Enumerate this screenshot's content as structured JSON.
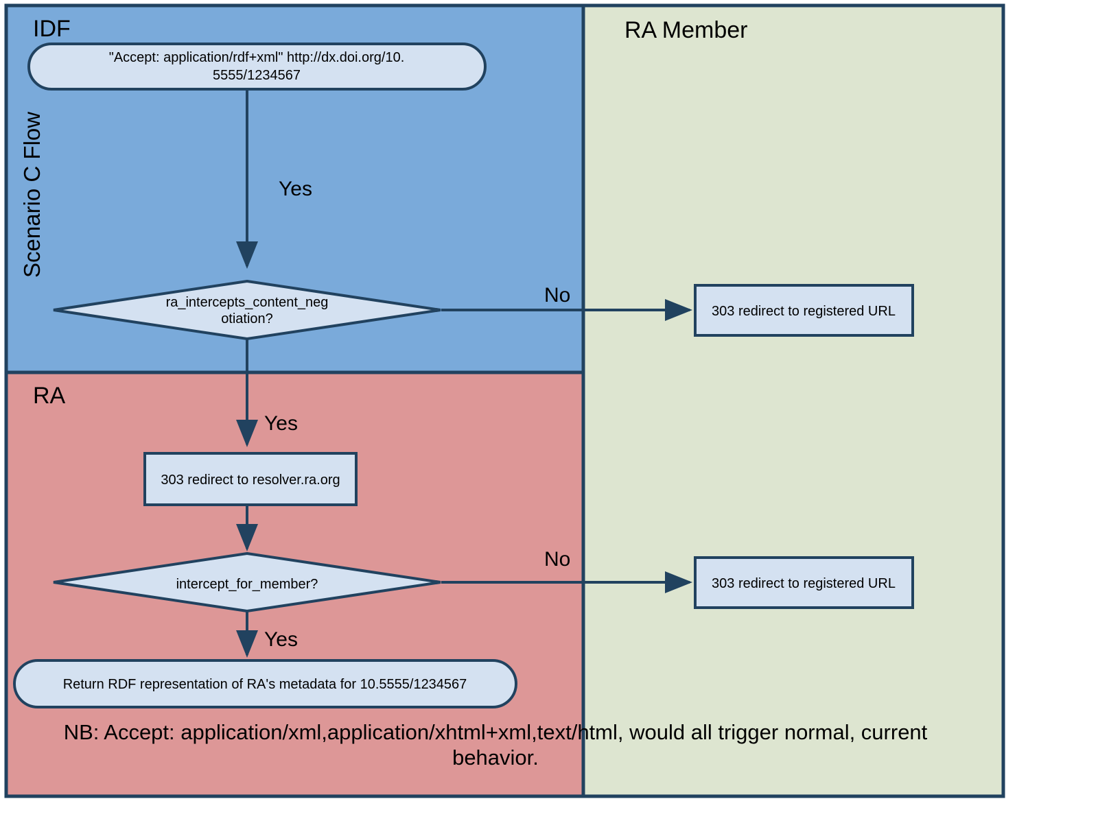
{
  "diagram": {
    "type": "flowchart-swimlane",
    "title_vertical": "Scenario C Flow",
    "lanes": [
      {
        "id": "idf",
        "label": "IDF",
        "color": "#7aaada"
      },
      {
        "id": "ra",
        "label": "RA",
        "color": "#dd9797"
      },
      {
        "id": "ra_member",
        "label": "RA Member",
        "color": "#dde5d0"
      }
    ],
    "nodes": {
      "start_request": {
        "shape": "stadium",
        "lane": "idf",
        "line1": "\"Accept: application/rdf+xml\" http://dx.doi.org/10.",
        "line2": "5555/1234567"
      },
      "decision_content_negotiation": {
        "shape": "diamond",
        "lane": "idf",
        "line1": "ra_intercepts_content_neg",
        "line2": "otiation?"
      },
      "redirect_registered_url_top": {
        "shape": "rect",
        "lane": "ra_member",
        "label": "303 redirect to registered URL"
      },
      "redirect_resolver": {
        "shape": "rect",
        "lane": "ra",
        "label": "303 redirect to resolver.ra.org"
      },
      "decision_intercept_member": {
        "shape": "diamond",
        "lane": "ra",
        "label": "intercept_for_member?"
      },
      "redirect_registered_url_bottom": {
        "shape": "rect",
        "lane": "ra_member",
        "label": "303 redirect to registered URL"
      },
      "return_rdf": {
        "shape": "stadium",
        "lane": "ra",
        "label": "Return RDF representation of RA's metadata for 10.5555/1234567"
      }
    },
    "edge_labels": {
      "start_to_decision": "Yes",
      "decision_to_registered_top": "No",
      "decision_to_resolver": "Yes",
      "resolver_to_intercept": "",
      "intercept_to_registered_bottom": "No",
      "intercept_to_return_rdf": "Yes"
    },
    "note": {
      "line1": "NB: Accept: application/xml,application/xhtml+xml,text/html, would all trigger normal, current",
      "line2": "behavior."
    },
    "colors": {
      "lane_idf": "#7aaada",
      "lane_ra": "#dd9797",
      "lane_ra_member": "#dde5d0",
      "node_fill": "#d4e1f1",
      "stroke": "#21425f",
      "text": "#000000"
    }
  }
}
